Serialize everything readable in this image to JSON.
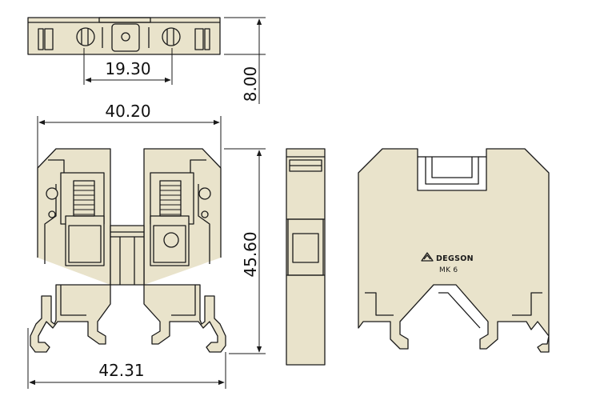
{
  "dimensions": {
    "top_pitch": "19.30",
    "top_height": "8.00",
    "front_width_top": "40.20",
    "front_height": "45.60",
    "front_width_bottom": "42.31"
  },
  "label": {
    "brand": "DEGSON",
    "model": "MK 6"
  },
  "colors": {
    "body": "#e9e3cb",
    "line": "#1a1a1a"
  }
}
